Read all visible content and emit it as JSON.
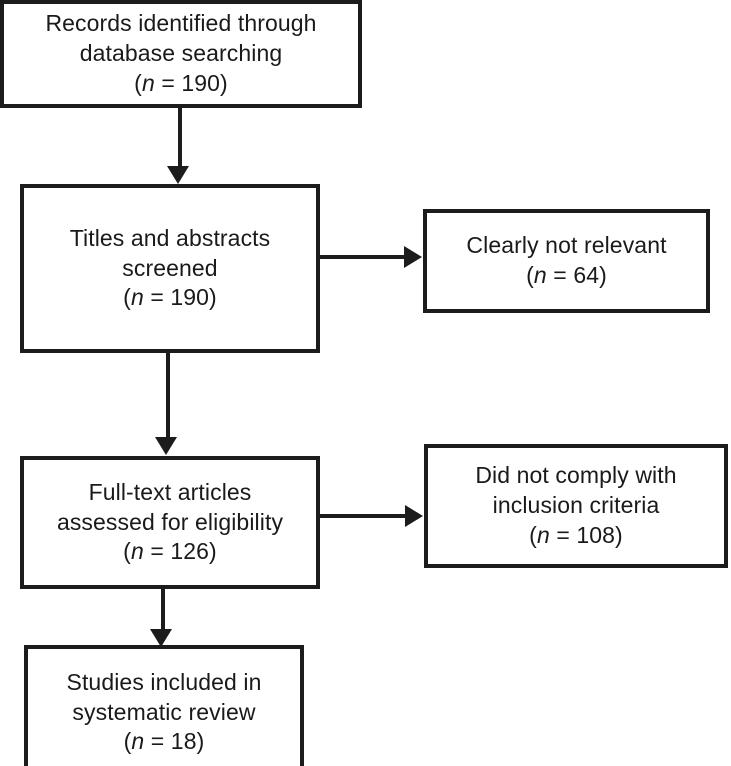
{
  "diagram": {
    "type": "prisma-flow-diagram",
    "colors": {
      "box_border": "#1c1c1c",
      "box_fill": "#ffffff",
      "text": "#1a1a1a",
      "arrow": "#1c1c1c",
      "background": "#ffffff"
    },
    "nodes": [
      {
        "id": "records",
        "line1": "Records identified through",
        "line2": "database searching",
        "count_prefix": "(",
        "count_italic": "n",
        "count_equals": " = ",
        "count_value": "190",
        "count_suffix": ")"
      },
      {
        "id": "screened",
        "line1": "Titles and abstracts",
        "line2": "screened",
        "count_prefix": "(",
        "count_italic": "n",
        "count_equals": " = ",
        "count_value": "190",
        "count_suffix": ")"
      },
      {
        "id": "not-relevant",
        "line1": "Clearly not relevant",
        "line2": "",
        "count_prefix": "(",
        "count_italic": "n",
        "count_equals": " = ",
        "count_value": "64",
        "count_suffix": ")"
      },
      {
        "id": "full-text",
        "line1": "Full-text articles",
        "line2": "assessed for eligibility",
        "count_prefix": "(",
        "count_italic": "n",
        "count_equals": " = ",
        "count_value": "126",
        "count_suffix": ")"
      },
      {
        "id": "non-compliant",
        "line1": "Did not comply with",
        "line2": "inclusion criteria",
        "count_prefix": "(",
        "count_italic": "n",
        "count_equals": " = ",
        "count_value": "108",
        "count_suffix": ")"
      },
      {
        "id": "included",
        "line1": "Studies included in",
        "line2": "systematic review",
        "count_prefix": "(",
        "count_italic": "n",
        "count_equals": " = ",
        "count_value": "18",
        "count_suffix": ")"
      }
    ]
  }
}
